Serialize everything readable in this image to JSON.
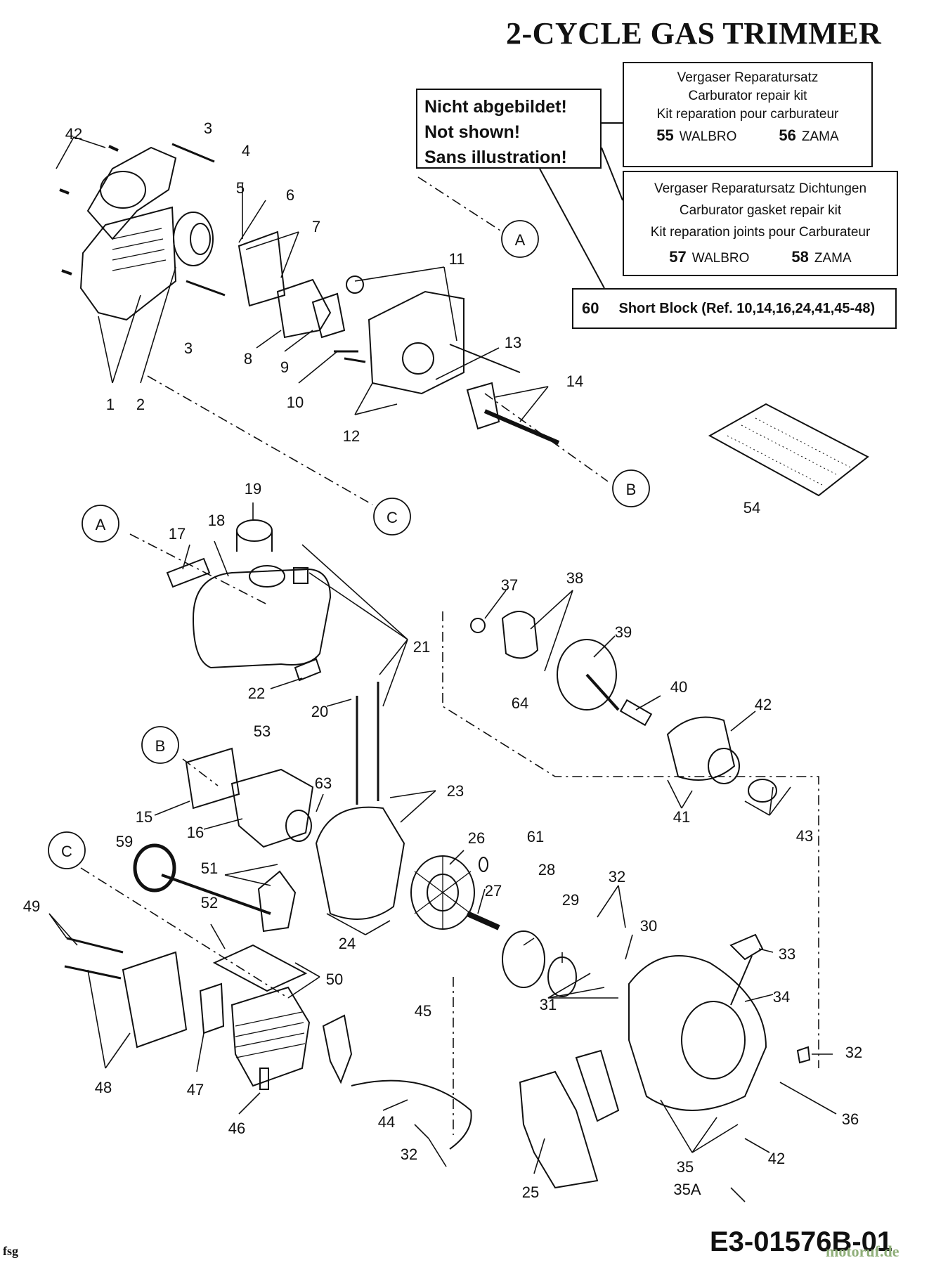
{
  "title": "2-CYCLE GAS TRIMMER",
  "not_shown_box": {
    "lines": [
      "Nicht abgebildet!",
      "Not shown!",
      "Sans illustration!"
    ]
  },
  "carb_kit_box": {
    "lines": [
      "Vergaser Reparatursatz",
      "Carburator repair kit",
      "Kit reparation pour carburateur"
    ],
    "items": [
      {
        "num": "55",
        "name": "WALBRO"
      },
      {
        "num": "56",
        "name": "ZAMA"
      }
    ]
  },
  "gasket_kit_box": {
    "lines": [
      "Vergaser Reparatursatz Dichtungen",
      "Carburator gasket repair kit",
      "Kit reparation joints pour Carburateur"
    ],
    "items": [
      {
        "num": "57",
        "name": "WALBRO"
      },
      {
        "num": "58",
        "name": "ZAMA"
      }
    ]
  },
  "short_block_box": {
    "num": "60",
    "text": "Short Block (Ref. 10,14,16,24,41,45-48)"
  },
  "part_numbers": [
    "1",
    "2",
    "3",
    "3",
    "4",
    "5",
    "6",
    "7",
    "8",
    "9",
    "10",
    "11",
    "12",
    "13",
    "14",
    "15",
    "16",
    "17",
    "18",
    "19",
    "20",
    "21",
    "22",
    "23",
    "24",
    "25",
    "26",
    "27",
    "28",
    "29",
    "30",
    "31",
    "32",
    "32",
    "32",
    "33",
    "34",
    "35",
    "35A",
    "36",
    "37",
    "38",
    "39",
    "40",
    "41",
    "42",
    "42",
    "42",
    "43",
    "44",
    "45",
    "46",
    "47",
    "48",
    "49",
    "50",
    "51",
    "52",
    "53",
    "54",
    "59",
    "61",
    "63",
    "64"
  ],
  "reference_circles": [
    "A",
    "A",
    "B",
    "B",
    "C",
    "C"
  ],
  "footer": {
    "code": "E3-01576B-01",
    "left_mark": "fsg",
    "watermark": "motoruf.de"
  }
}
